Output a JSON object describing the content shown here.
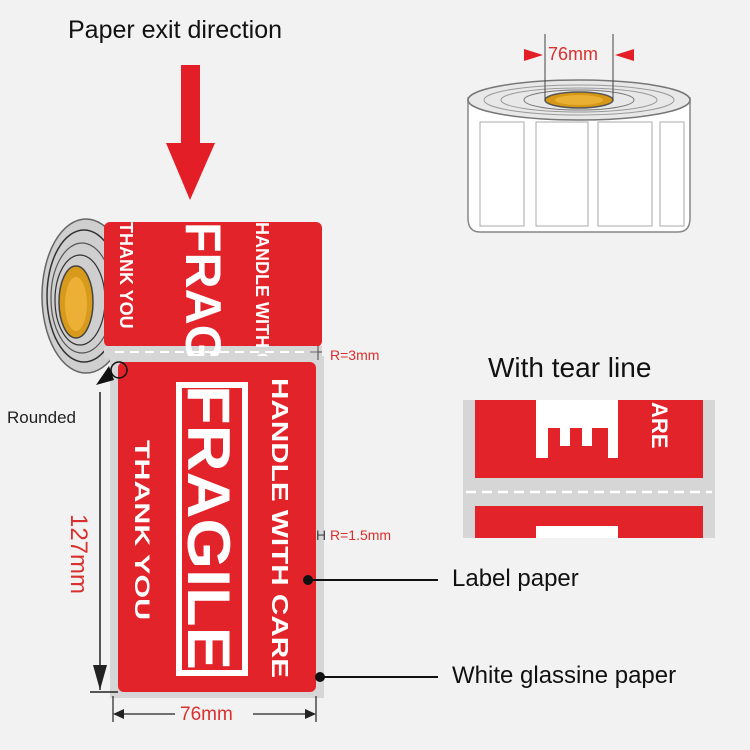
{
  "headings": {
    "paper_exit": "Paper exit direction",
    "tear_line": "With tear line"
  },
  "dimensions": {
    "core_width": "76mm",
    "label_width": "76mm",
    "label_height": "127mm",
    "radius_top": "R=3mm",
    "radius_corner": "R=1.5mm",
    "rounded": "Rounded"
  },
  "label": {
    "main": "FRAGILE",
    "handle": "HANDLE WITH CARE",
    "thanks": "THANK YOU"
  },
  "callouts": {
    "label_paper": "Label paper",
    "backing_paper": "White glassine paper"
  },
  "colors": {
    "label_red": "#e3232a",
    "arrow_red": "#e41e26",
    "dim_red": "#d9302e",
    "core_gold": "#e0a520"
  },
  "icons": [
    "down-arrow-icon",
    "dimension-arrow-icon"
  ]
}
